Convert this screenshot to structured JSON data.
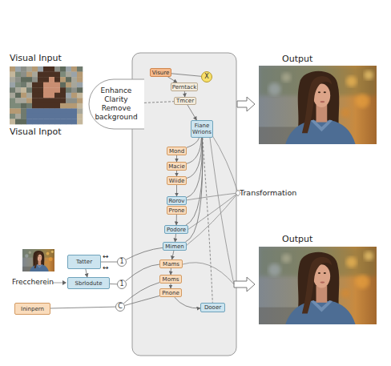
{
  "diagram": {
    "nodes": [
      {
        "text": [
          "Enhance Clarity Remove background"
        ]
      },
      {
        "text": [
          "Visure"
        ]
      },
      {
        "text": [
          "X"
        ]
      },
      {
        "text": [
          "Perntack"
        ]
      },
      {
        "text": [
          "Tmcer"
        ]
      },
      {
        "text": [
          "Fiane Wrions"
        ]
      },
      {
        "text": [
          "Mond"
        ]
      },
      {
        "text": [
          "Macie"
        ]
      },
      {
        "text": [
          "Wiide"
        ]
      },
      {
        "text": [
          "Rorov"
        ]
      },
      {
        "text": [
          "Prone"
        ]
      },
      {
        "text": [
          "Podore"
        ]
      },
      {
        "text": [
          "Mimen"
        ]
      },
      {
        "text": [
          "Mams"
        ]
      },
      {
        "text": [
          "Moms"
        ]
      },
      {
        "text": [
          "Pnone"
        ]
      },
      {
        "text": [
          "Dooer"
        ]
      },
      {
        "text": [
          "Tatter"
        ]
      },
      {
        "text": [
          "Sbrlodute"
        ]
      },
      {
        "text": [
          "Ininpern"
        ]
      },
      {
        "text": [
          "1"
        ]
      },
      {
        "text": [
          "1"
        ]
      },
      {
        "text": [
          "C"
        ]
      }
    ],
    "edges": [
      {
        "from": 1,
        "to": 2,
        "arrow": "none"
      },
      {
        "from": 1,
        "to": 3,
        "arrow": "to"
      },
      {
        "from": 3,
        "to": 4,
        "arrow": "to"
      },
      {
        "from": 0,
        "to": 4,
        "arrow": "none"
      },
      {
        "from": 4,
        "to": 5,
        "arrow": "to"
      },
      {
        "from": 5,
        "to": 6,
        "arrow": "none"
      },
      {
        "from": 5,
        "to": 7,
        "arrow": "none"
      },
      {
        "from": 5,
        "to": 8,
        "arrow": "none"
      },
      {
        "from": 5,
        "to": 9,
        "arrow": "none"
      },
      {
        "from": 5,
        "to": 11,
        "arrow": "none"
      },
      {
        "from": 5,
        "to": 12,
        "arrow": "none"
      },
      {
        "from": 6,
        "to": 7,
        "arrow": "to"
      },
      {
        "from": 7,
        "to": 8,
        "arrow": "to"
      },
      {
        "from": 8,
        "to": 9,
        "arrow": "to"
      },
      {
        "from": 10,
        "to": 11,
        "arrow": "to"
      },
      {
        "from": 11,
        "to": 12,
        "arrow": "to"
      },
      {
        "from": 12,
        "to": 13,
        "arrow": "to"
      },
      {
        "from": 13,
        "to": 14,
        "arrow": "to"
      },
      {
        "from": 14,
        "to": 15,
        "arrow": "to"
      },
      {
        "from": 5,
        "to": 16,
        "arrow": "none"
      },
      {
        "from": 15,
        "to": 16,
        "arrow": "to"
      },
      {
        "from": 17,
        "to": 18,
        "arrow": "to"
      },
      {
        "from": 17,
        "to": 20,
        "arrow": "none"
      },
      {
        "from": 18,
        "to": 21,
        "arrow": "none"
      },
      {
        "from": 19,
        "to": 22,
        "arrow": "none"
      },
      {
        "from": 20,
        "to": 12,
        "arrow": "none"
      },
      {
        "from": 21,
        "to": 13,
        "arrow": "none"
      },
      {
        "from": 22,
        "to": 14,
        "arrow": "none"
      },
      {
        "from": 22,
        "to": 15,
        "arrow": "none"
      }
    ],
    "labels": [
      "Visual Input",
      "Visual Inpot",
      "Output",
      "Output",
      "Transformation",
      "Freccherein",
      "↔",
      "↔"
    ]
  }
}
